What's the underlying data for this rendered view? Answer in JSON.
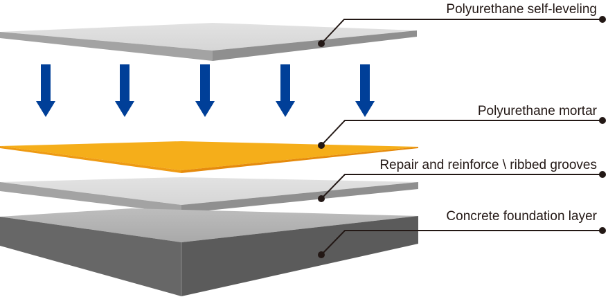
{
  "diagram": {
    "title": "Polyurethane floor layer structure",
    "colors": {
      "arrow": "#003f98",
      "leader": "#231815",
      "gray_slab_top": "#dadada",
      "gray_slab_edge_left": "#a2a2a2",
      "gray_slab_edge_right": "#8e8e8e",
      "orange_top": "#f5ae1a",
      "orange_edge": "#ea8c0e",
      "concrete_top": "#b4b4b4",
      "concrete_left": "#666666",
      "concrete_right": "#5a5a5a"
    },
    "arrows": {
      "count": 5,
      "direction": "down",
      "icon": "down-arrow-icon"
    },
    "layers": [
      {
        "id": "top-coat",
        "label": "Polyurethane self-leveling",
        "material": "gray-slab"
      },
      {
        "id": "mortar",
        "label": "Polyurethane mortar",
        "material": "orange-slab"
      },
      {
        "id": "repair",
        "label": "Repair and reinforce \\ ribbed grooves",
        "material": "gray-slab"
      },
      {
        "id": "foundation",
        "label": "Concrete foundation layer",
        "material": "concrete-block"
      }
    ]
  }
}
